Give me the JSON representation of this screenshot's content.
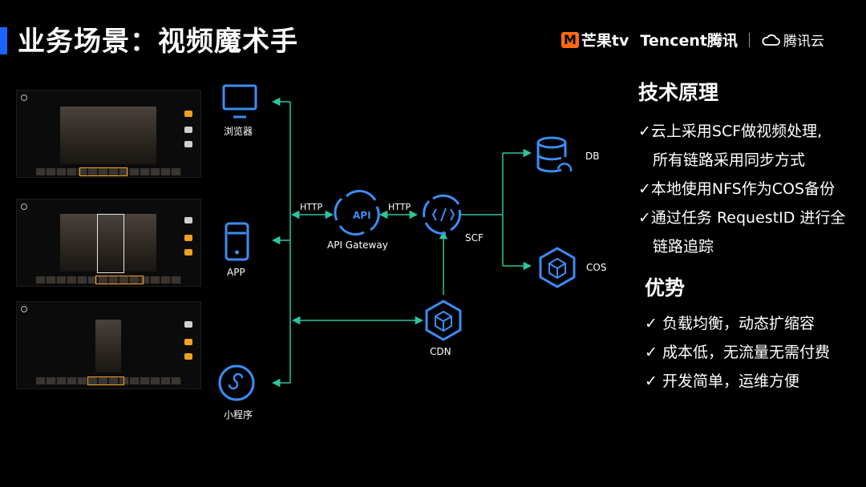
{
  "header": {
    "title": "业务场景：视频魔术手",
    "logo_mango": "芒果tv",
    "logo_mango_mark": "M",
    "logo_tencent": "Tencent腾讯",
    "logo_cloud": "腾讯云"
  },
  "diagram": {
    "clients": {
      "browser": "浏览器",
      "app": "APP",
      "miniprogram": "小程序"
    },
    "api_gateway": "API Gateway",
    "api_badge": "API",
    "scf": "SCF",
    "cdn": "CDN",
    "db": "DB",
    "cos": "COS",
    "edge_http_left": "HTTP",
    "edge_http_right": "HTTP"
  },
  "principles": {
    "title": "技术原理",
    "items": [
      "✓云上采用SCF做视频处理,",
      "所有链路采用同步方式",
      "✓本地使用NFS作为COS备份",
      "✓通过任务 RequestID 进行全",
      "链路追踪"
    ]
  },
  "advantages": {
    "title": "优势",
    "items": [
      "✓ 负载均衡，动态扩缩容",
      "✓ 成本低，无流量无需付费",
      "✓ 开发简单，运维方便"
    ]
  },
  "colors": {
    "accent": "#1c63ff",
    "icon_blue": "#3b8df5",
    "arrow_teal": "#2ec4a0",
    "highlight_orange": "#f4a020"
  }
}
